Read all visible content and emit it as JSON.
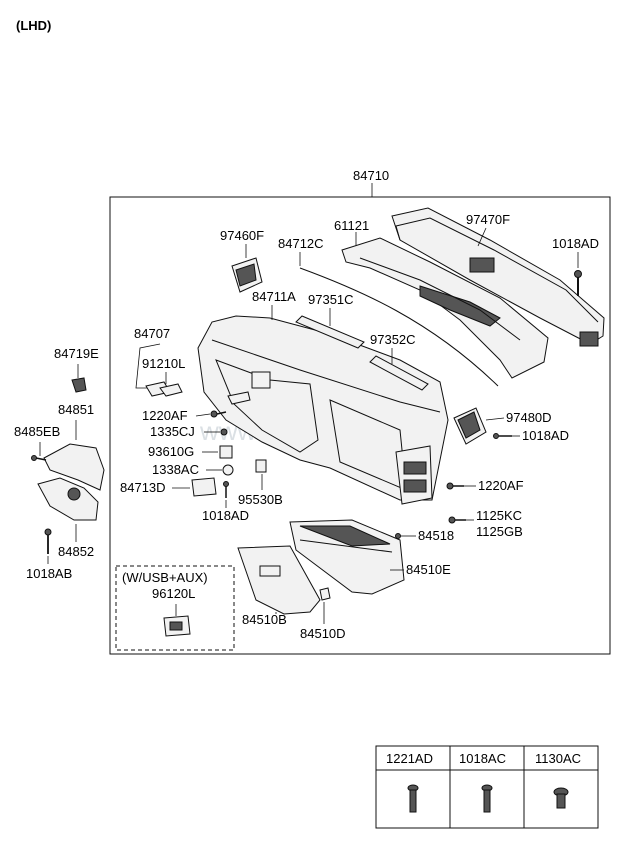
{
  "header": {
    "variant": "(LHD)"
  },
  "watermark": "www.bestpart.com",
  "labels": {
    "p84710": "84710",
    "p97470F": "97470F",
    "p61121": "61121",
    "p1018AD_a": "1018AD",
    "p97460F": "97460F",
    "p84712C": "84712C",
    "p84711A": "84711A",
    "p97351C": "97351C",
    "p84707": "84707",
    "p91210L": "91210L",
    "p97352C": "97352C",
    "p84719E": "84719E",
    "p84851": "84851",
    "p8485EB": "8485EB",
    "p1220AF_a": "1220AF",
    "p1335CJ": "1335CJ",
    "p93610G": "93610G",
    "p1338AC": "1338AC",
    "p84713D": "84713D",
    "p1018AD_b": "1018AD",
    "p95530B": "95530B",
    "p97480D": "97480D",
    "p1018AD_c": "1018AD",
    "p1220AF_b": "1220AF",
    "p1125KC": "1125KC",
    "p1125GB": "1125GB",
    "p84518": "84518",
    "p84510E": "84510E",
    "p84852": "84852",
    "p1018AB": "1018AB",
    "wusb": "(W/USB+AUX)",
    "p96120L": "96120L",
    "p84510B": "84510B",
    "p84510D": "84510D"
  },
  "fastener_table": {
    "columns": [
      "1221AD",
      "1018AC",
      "1130AC"
    ]
  }
}
